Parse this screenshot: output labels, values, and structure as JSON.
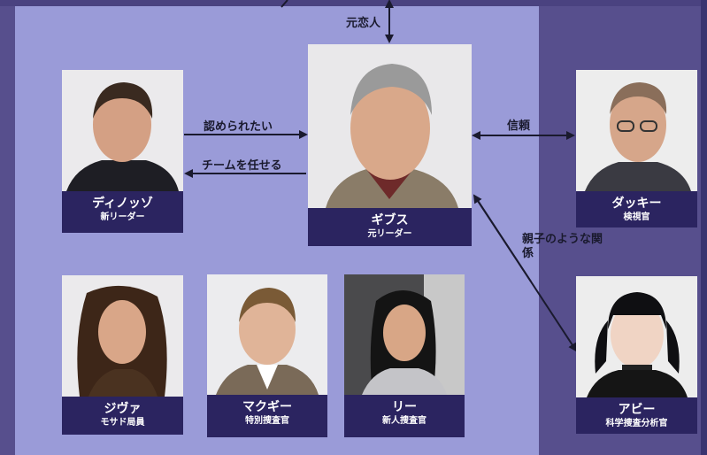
{
  "characters": {
    "gibbs": {
      "name": "ギブス",
      "role": "元リーダー"
    },
    "dinozzo": {
      "name": "ディノッゾ",
      "role": "新リーダー"
    },
    "ducky": {
      "name": "ダッキー",
      "role": "検視官"
    },
    "abby": {
      "name": "アビー",
      "role": "科学捜査分析官"
    },
    "ziva": {
      "name": "ジヴァ",
      "role": "モサド局員"
    },
    "mcgee": {
      "name": "マクギー",
      "role": "特別捜査官"
    },
    "lee": {
      "name": "リー",
      "role": "新人捜査官"
    }
  },
  "relations": {
    "ex_lover": "元恋人",
    "want_recognition": "認められたい",
    "entrust_team": "チームを任せる",
    "trust": "信頼",
    "parent_child": "親子のような関係"
  },
  "colors": {
    "background": "#574f8d",
    "panel": "#9a9bd8",
    "caption": "#2b2460",
    "arrow": "#1a1a2e"
  }
}
